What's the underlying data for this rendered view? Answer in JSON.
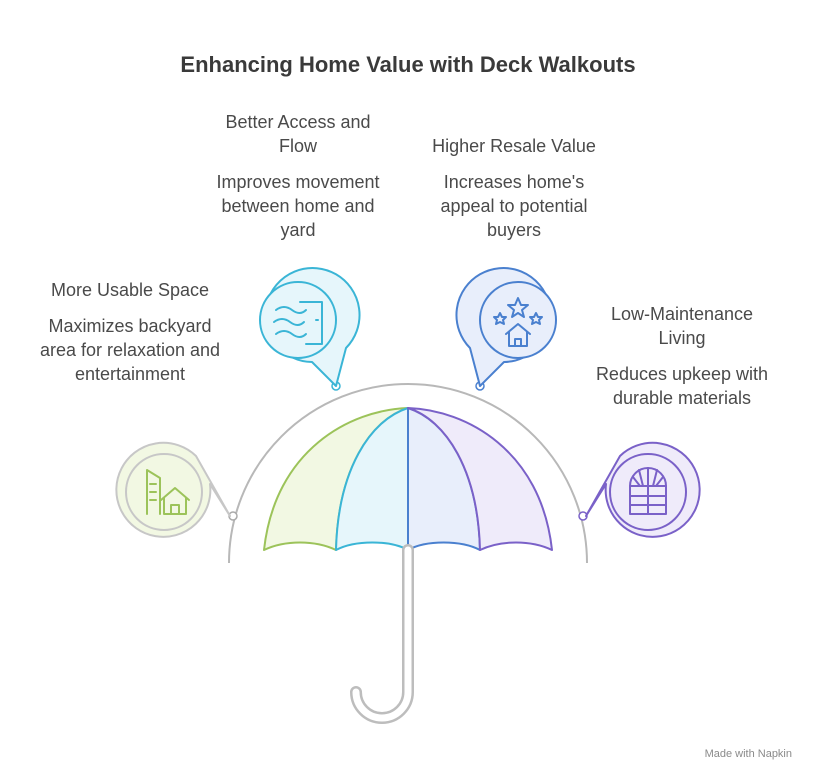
{
  "title": "Enhancing Home Value with Deck Walkouts",
  "items": [
    {
      "heading": "More Usable Space",
      "description": "Maximizes backyard area for relaxation and entertainment",
      "icon": "buildings-house-icon",
      "color": "#9cc35a"
    },
    {
      "heading": "Better Access and Flow",
      "description": "Improves movement between home and yard",
      "icon": "wind-door-icon",
      "color": "#3ab5d6"
    },
    {
      "heading": "Higher Resale Value",
      "description": "Increases home's appeal to potential buyers",
      "icon": "stars-house-icon",
      "color": "#4a80cf"
    },
    {
      "heading": "Low-Maintenance Living",
      "description": "Reduces upkeep with durable materials",
      "icon": "arched-window-icon",
      "color": "#7a61c8"
    }
  ],
  "footer": "Made with Napkin",
  "colors": {
    "title": "#3a3a3a",
    "text": "#4a4a4a",
    "arc": "#b8b8b8",
    "handle": "#bdbdbd"
  }
}
